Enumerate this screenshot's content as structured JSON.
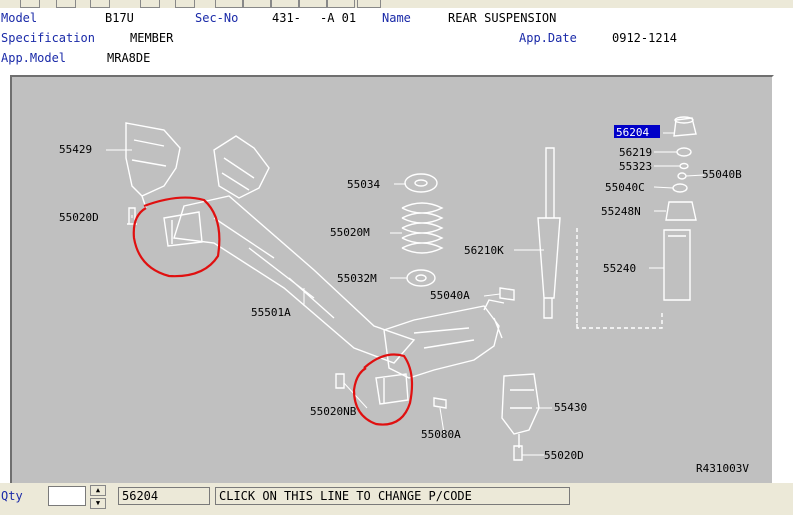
{
  "header": {
    "model_label": "Model",
    "model_value": "B17U",
    "secno_label": "Sec-No",
    "secno_value": "431-",
    "secno_sub": "-A 01",
    "name_label": "Name",
    "name_value": "REAR SUSPENSION",
    "spec_label": "Specification",
    "spec_value": "MEMBER",
    "appdate_label": "App.Date",
    "appdate_value": "0912-1214",
    "appmodel_label": "App.Model",
    "appmodel_value": "MRA8DE"
  },
  "diagram": {
    "parts": {
      "p55429": "55429",
      "p55020D_top": "55020D",
      "p55034": "55034",
      "p55020M": "55020M",
      "p55032M": "55032M",
      "p55501A": "55501A",
      "p56210K": "56210K",
      "p55040A": "55040A",
      "p56204": "56204",
      "p56219": "56219",
      "p55323": "55323",
      "p55040B": "55040B",
      "p55040C": "55040C",
      "p55248N": "55248N",
      "p55240": "55240",
      "p55020NB": "55020NB",
      "p55080A": "55080A",
      "p55430": "55430",
      "p55020D_bot": "55020D"
    },
    "code": "R431003V",
    "highlight_color": "#0000c8",
    "circle_color": "#e01010"
  },
  "footer": {
    "qty_label": "Qty",
    "qty_value": "",
    "part_code": "56204",
    "message": "CLICK ON THIS LINE TO CHANGE P/CODE"
  }
}
